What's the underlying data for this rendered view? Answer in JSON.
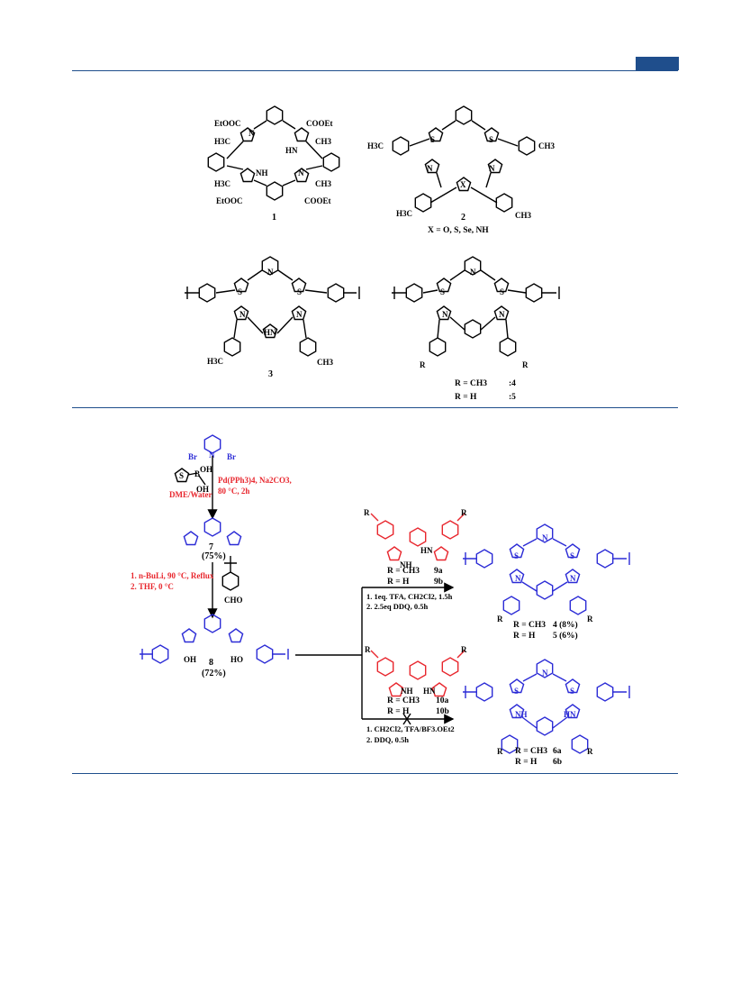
{
  "header": {
    "rule_color": "#1f4e8c",
    "tab_color": "#1f4e8c"
  },
  "figure1": {
    "compounds": [
      {
        "number": "1",
        "groups": [
          "EtOOC",
          "COOEt",
          "H3C",
          "CH3",
          "H3C",
          "CH3",
          "EtOOC",
          "COOEt"
        ],
        "atoms": [
          "N",
          "HN",
          "NH",
          "N"
        ]
      },
      {
        "number": "2",
        "groups": [
          "H3C",
          "CH3",
          "H3C",
          "CH3"
        ],
        "atoms": [
          "S",
          "S",
          "N",
          "X",
          "N"
        ],
        "note": "X = O, S, Se, NH"
      },
      {
        "number": "3",
        "groups": [
          "H3C",
          "CH3"
        ],
        "atoms": [
          "N",
          "S",
          "S",
          "N",
          "HN",
          "N"
        ]
      },
      {
        "numbers": [
          "4",
          "5"
        ],
        "groups": [
          "R",
          "R"
        ],
        "atoms": [
          "N",
          "S",
          "S",
          "N",
          "N"
        ],
        "r_defs": [
          "R = CH3",
          ":4",
          "R =  H",
          ":5"
        ]
      }
    ]
  },
  "scheme": {
    "start_atoms": [
      "Br",
      "N",
      "Br"
    ],
    "boronic": [
      "B",
      "OH",
      "OH",
      "S"
    ],
    "step1_conditions": [
      "Pd(PPh3)4, Na2CO3,",
      "80 °C, 2h",
      "DME/Water"
    ],
    "compound7": {
      "number": "7",
      "yield": "(75%)"
    },
    "step2_conditions": [
      "1. n-BuLi, 90 °C, Reflux",
      "2. THF, 0 °C"
    ],
    "aldehyde": "CHO",
    "compound8": {
      "number": "8",
      "yield": "(72%)",
      "oh": [
        "OH",
        "HO"
      ]
    },
    "reagent9": {
      "labels": [
        "R = CH3",
        "9a",
        "R = H",
        "9b"
      ],
      "atoms": [
        "NH",
        "HN"
      ],
      "r": [
        "R",
        "R"
      ]
    },
    "reagent10": {
      "labels": [
        "R = CH3",
        "10a",
        "R = H",
        "10b"
      ],
      "atoms": [
        "NH",
        "HN"
      ],
      "r": [
        "R",
        "R"
      ]
    },
    "cond_top": [
      "1. 1eq. TFA, CH2Cl2, 1.5h",
      "2. 2.5eq DDQ, 0.5h"
    ],
    "cond_bottom": [
      "1. CH2Cl2, TFA/BF3.OEt2",
      "2. DDQ, 0.5h"
    ],
    "product45": {
      "labels": [
        "R = CH3",
        "4 (8%)",
        "R = H",
        "5 (6%)"
      ],
      "r": [
        "R",
        "R"
      ],
      "atoms": [
        "S",
        "N",
        "S",
        "N",
        "N"
      ]
    },
    "product6": {
      "labels": [
        "R = CH3",
        "6a",
        "R = H",
        "6b"
      ],
      "r": [
        "R",
        "R"
      ],
      "atoms": [
        "S",
        "N",
        "S",
        "NH",
        "HN"
      ]
    }
  }
}
